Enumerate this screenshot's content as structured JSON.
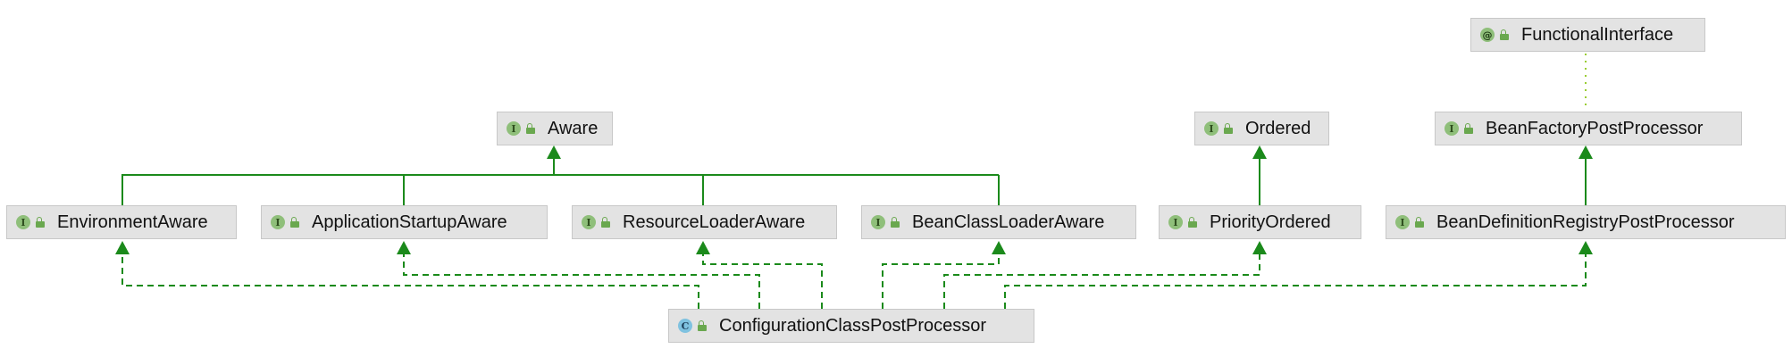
{
  "nodes": {
    "functional_interface": {
      "name": "FunctionalInterface",
      "kind": "annotation",
      "badge": "@"
    },
    "aware": {
      "name": "Aware",
      "kind": "interface",
      "badge": "I"
    },
    "ordered": {
      "name": "Ordered",
      "kind": "interface",
      "badge": "I"
    },
    "bean_factory_post_processor": {
      "name": "BeanFactoryPostProcessor",
      "kind": "interface",
      "badge": "I"
    },
    "environment_aware": {
      "name": "EnvironmentAware",
      "kind": "interface",
      "badge": "I"
    },
    "application_startup_aware": {
      "name": "ApplicationStartupAware",
      "kind": "interface",
      "badge": "I"
    },
    "resource_loader_aware": {
      "name": "ResourceLoaderAware",
      "kind": "interface",
      "badge": "I"
    },
    "bean_class_loader_aware": {
      "name": "BeanClassLoaderAware",
      "kind": "interface",
      "badge": "I"
    },
    "priority_ordered": {
      "name": "PriorityOrdered",
      "kind": "interface",
      "badge": "I"
    },
    "bean_definition_registry_post_processor": {
      "name": "BeanDefinitionRegistryPostProcessor",
      "kind": "interface",
      "badge": "I"
    },
    "configuration_class_post_processor": {
      "name": "ConfigurationClassPostProcessor",
      "kind": "class",
      "badge": "C"
    }
  },
  "edges": [
    {
      "from": "environment_aware",
      "to": "aware",
      "type": "extends"
    },
    {
      "from": "application_startup_aware",
      "to": "aware",
      "type": "extends"
    },
    {
      "from": "resource_loader_aware",
      "to": "aware",
      "type": "extends"
    },
    {
      "from": "bean_class_loader_aware",
      "to": "aware",
      "type": "extends"
    },
    {
      "from": "priority_ordered",
      "to": "ordered",
      "type": "extends"
    },
    {
      "from": "bean_definition_registry_post_processor",
      "to": "bean_factory_post_processor",
      "type": "extends"
    },
    {
      "from": "bean_factory_post_processor",
      "to": "functional_interface",
      "type": "annotated"
    },
    {
      "from": "configuration_class_post_processor",
      "to": "environment_aware",
      "type": "implements"
    },
    {
      "from": "configuration_class_post_processor",
      "to": "application_startup_aware",
      "type": "implements"
    },
    {
      "from": "configuration_class_post_processor",
      "to": "resource_loader_aware",
      "type": "implements"
    },
    {
      "from": "configuration_class_post_processor",
      "to": "bean_class_loader_aware",
      "type": "implements"
    },
    {
      "from": "configuration_class_post_processor",
      "to": "priority_ordered",
      "type": "implements"
    },
    {
      "from": "configuration_class_post_processor",
      "to": "bean_definition_registry_post_processor",
      "type": "implements"
    }
  ],
  "colors": {
    "edge_green": "#1b8a1b",
    "annotation_dots": "#9acd32",
    "node_fill": "#e3e3e3",
    "node_border": "#c8c8c8"
  }
}
